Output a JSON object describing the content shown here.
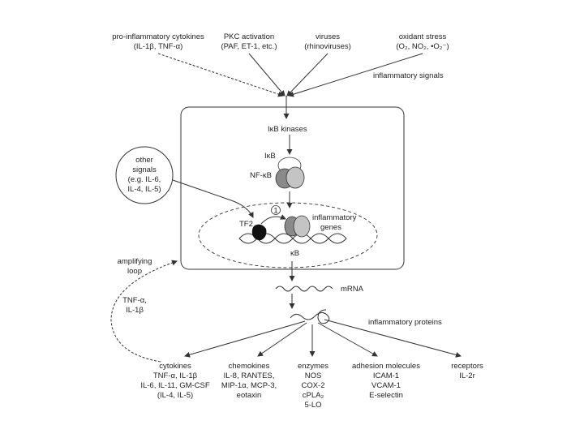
{
  "signals": [
    {
      "line1": "pro-inflammatory cytokines",
      "line2": "(IL-1β, TNF-α)"
    },
    {
      "line1": "PKC activation",
      "line2": "(PAF, ET-1, etc.)"
    },
    {
      "line1": "viruses",
      "line2": "(rhinoviruses)"
    },
    {
      "line1": "oxidant stress",
      "line2": "(O₂, NO₂, •O₂⁻)"
    }
  ],
  "inflammatory_signals": "inflammatory signals",
  "ikb_kinases": "IκB kinases",
  "ikb": "IκB",
  "nfkb": "NF-κB",
  "other_signals": [
    "other",
    "signals",
    "(e.g. IL-6,",
    "IL-4, IL-5)"
  ],
  "circled_one": "1",
  "tf2": "TF2",
  "inflammatory_genes": [
    "inflammatory",
    "genes"
  ],
  "kb": "κB",
  "amplifying_loop": [
    "amplifying",
    "loop"
  ],
  "tnf_il1": [
    "TNF-α,",
    "IL-1β"
  ],
  "mrna": "mRNA",
  "inflammatory_proteins": "inflammatory proteins",
  "outputs": [
    {
      "lines": [
        "cytokines",
        "TNF-α, IL-1β",
        "IL-6, IL-11, GM-CSF",
        "(IL-4, IL-5)"
      ]
    },
    {
      "lines": [
        "chemokines",
        "IL-8, RANTES,",
        "MIP-1α, MCP-3,",
        "eotaxin"
      ]
    },
    {
      "lines": [
        "enzymes",
        "NOS",
        "COX-2",
        "cPLA₂",
        "5-LO"
      ]
    },
    {
      "lines": [
        "adhesion molecules",
        "ICAM-1",
        "VCAM-1",
        "E-selectin"
      ]
    },
    {
      "lines": [
        "receptors",
        "IL-2r"
      ]
    }
  ]
}
